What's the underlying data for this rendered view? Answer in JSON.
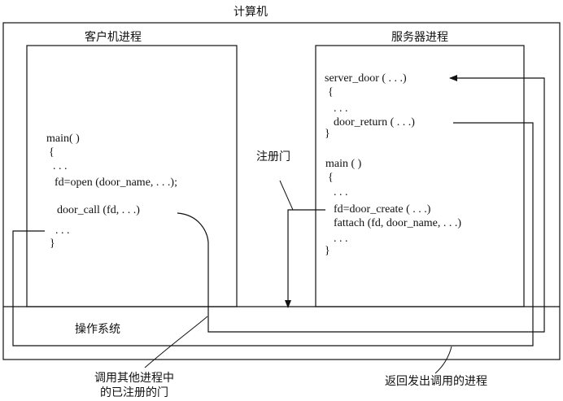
{
  "labels": {
    "computer": "计算机",
    "client_process": "客户机进程",
    "server_process": "服务器进程",
    "registered_door": "注册门",
    "operating_system": "操作系统",
    "call_other_line1": "调用其他进程中",
    "call_other_line2": "的已注册的门",
    "return_to_caller": "返回发出调用的进程"
  },
  "client_code": {
    "main": "main( )",
    "brace_open": "{",
    "dots1": ". . .",
    "open": "fd=open (door_name, . . .);",
    "door_call": "door_call (fd, . . .)",
    "dots2": ". . .",
    "brace_close": "}"
  },
  "server_code": {
    "server_door": "server_door ( . . .)",
    "brace_open1": "{",
    "dots1": ". . .",
    "door_return": "door_return ( . . .)",
    "brace_close1": "}",
    "main": "main ( )",
    "brace_open2": "{",
    "dots2": ". . .",
    "door_create": "fd=door_create ( . . .)",
    "fattach": "fattach (fd, door_name, . . .)",
    "dots3": ". . .",
    "brace_close2": "}"
  }
}
